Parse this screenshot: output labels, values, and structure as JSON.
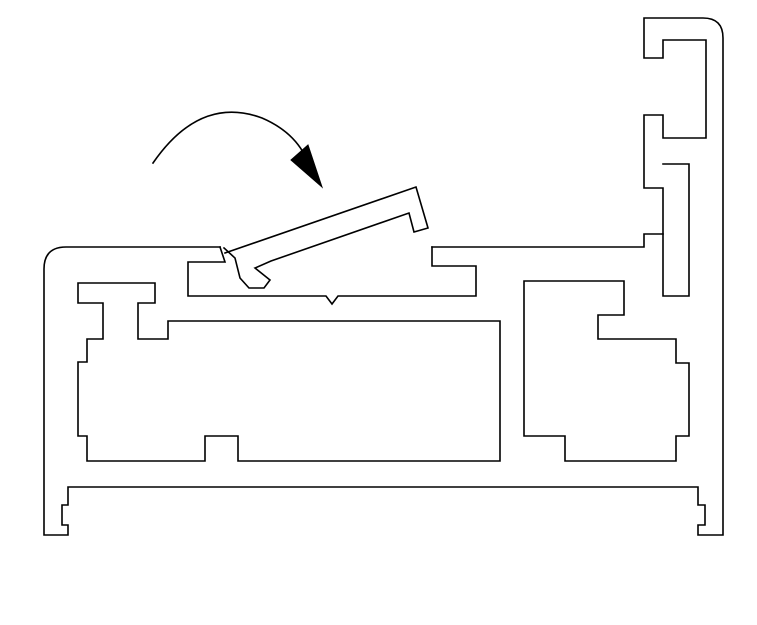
{
  "diagram": {
    "kind": "aluminium-profile-cross-section-with-snap-in-clip",
    "line_color": "#000000",
    "background_color": "#ffffff",
    "arrow": {
      "direction": "clockwise",
      "meaning": "rotate-clip-into-groove"
    }
  }
}
